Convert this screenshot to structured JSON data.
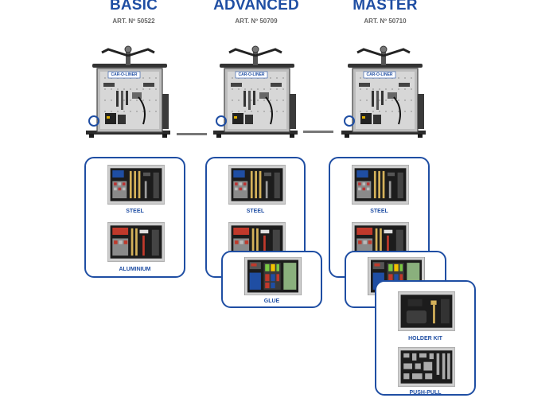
{
  "products": [
    {
      "name": "BASIC",
      "art": "ART. Nº 50522"
    },
    {
      "name": "ADVANCED",
      "art": "ART. Nº 50709"
    },
    {
      "name": "MASTER",
      "art": "ART. Nº 50710"
    }
  ],
  "machine_brand": "CAR-O-LINER",
  "kits": {
    "steel": "STEEL",
    "aluminium": "ALUMINIUM",
    "glue": "GLUE",
    "holder_kit": "HOLDER KIT",
    "push_pull": "PUSH-PULL"
  },
  "colors": {
    "accent": "#1f4ea3",
    "drawer_red": "#c0392b",
    "tool_gold": "#d4b15a"
  }
}
